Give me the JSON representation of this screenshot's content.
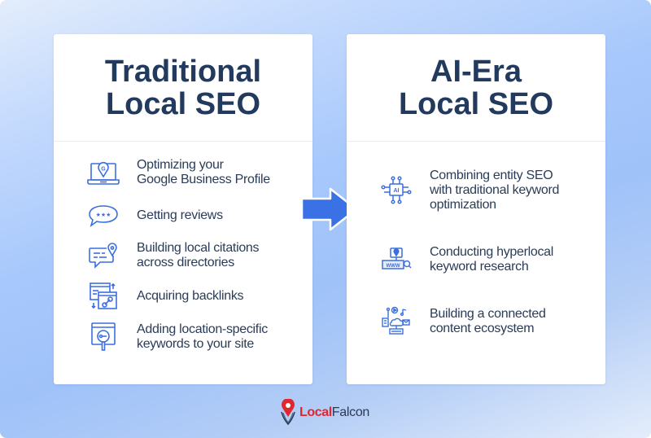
{
  "colors": {
    "title": "#223a5e",
    "text": "#2a3c57",
    "icon": "#3b6fe0",
    "arrow": "#3a72e6",
    "logo_red": "#e0262f",
    "logo_dark": "#2b3a55"
  },
  "left_card": {
    "title_line1": "Traditional",
    "title_line2": "Local SEO",
    "items": [
      {
        "icon": "laptop-google-pin-icon",
        "line1": "Optimizing your",
        "line2": "Google Business Profile"
      },
      {
        "icon": "review-stars-bubble-icon",
        "line1": "Getting reviews",
        "line2": ""
      },
      {
        "icon": "chat-location-icon",
        "line1": "Building local citations",
        "line2": "across directories"
      },
      {
        "icon": "linked-pages-icon",
        "line1": "Acquiring backlinks",
        "line2": ""
      },
      {
        "icon": "browser-keyword-search-icon",
        "line1": "Adding location-specific",
        "line2": "keywords to your site"
      }
    ]
  },
  "arrow": {
    "icon": "right-arrow-icon"
  },
  "right_card": {
    "title_line1": "AI-Era",
    "title_line2": "Local SEO",
    "items": [
      {
        "icon": "ai-chip-icon",
        "line1": "Combining entity SEO",
        "line2": "with traditional keyword",
        "line3": "optimization"
      },
      {
        "icon": "www-search-pin-icon",
        "line1": "Conducting hyperlocal",
        "line2": "keyword research",
        "line3": ""
      },
      {
        "icon": "content-ecosystem-icon",
        "line1": "Building a connected",
        "line2": "content ecosystem",
        "line3": ""
      }
    ]
  },
  "logo": {
    "part1": "Local",
    "part2": "Falcon"
  }
}
